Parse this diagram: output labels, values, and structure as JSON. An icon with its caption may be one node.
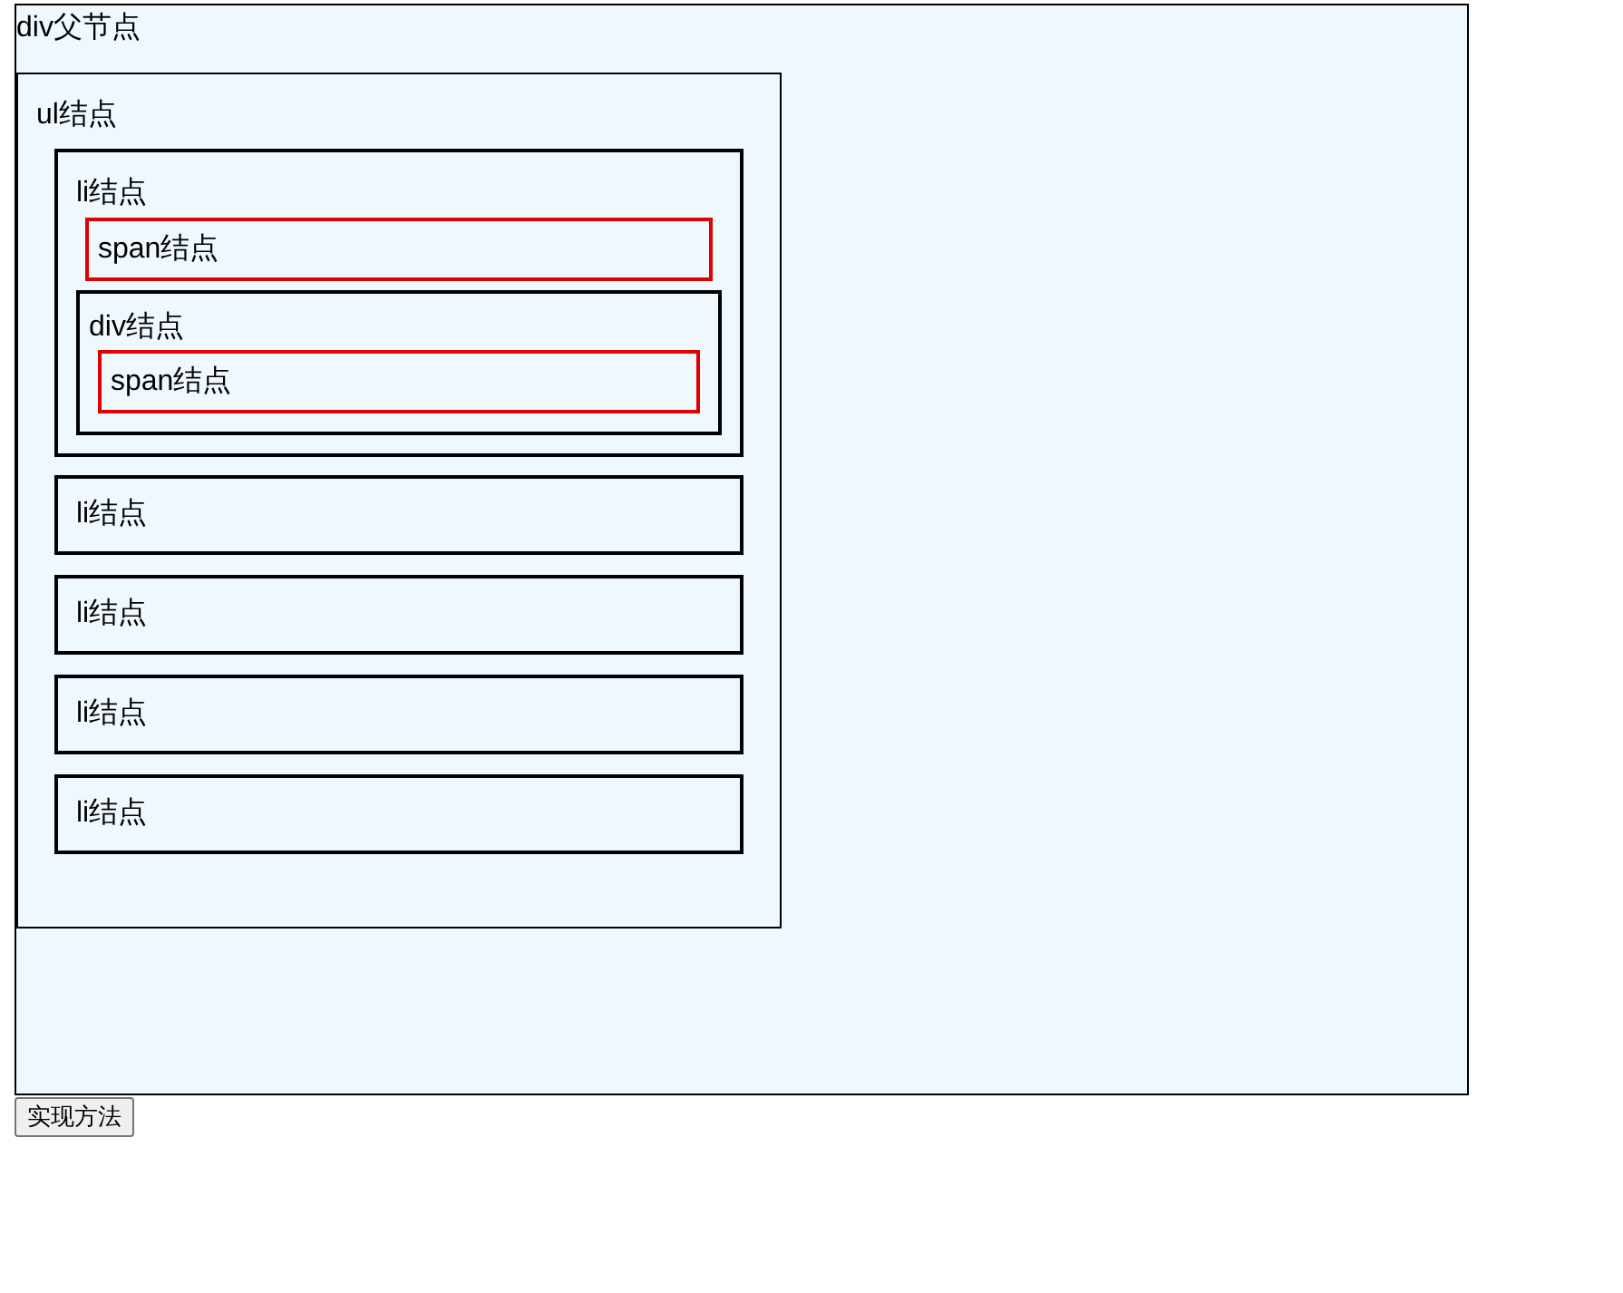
{
  "diagram": {
    "nodes": [
      {
        "text": [
          "div父节点"
        ]
      },
      {
        "text": [
          "ul结点"
        ],
        "in": 0
      },
      {
        "text": [
          "li结点"
        ],
        "in": 1
      },
      {
        "text": [
          "span结点"
        ],
        "in": 2
      },
      {
        "text": [
          "div结点"
        ],
        "in": 2
      },
      {
        "text": [
          "span结点"
        ],
        "in": 4
      },
      {
        "text": [
          "li结点"
        ],
        "in": 1
      },
      {
        "text": [
          "li结点"
        ],
        "in": 1
      },
      {
        "text": [
          "li结点"
        ],
        "in": 1
      },
      {
        "text": [
          "li结点"
        ],
        "in": 1
      }
    ],
    "labels": [
      "实现方法"
    ]
  }
}
